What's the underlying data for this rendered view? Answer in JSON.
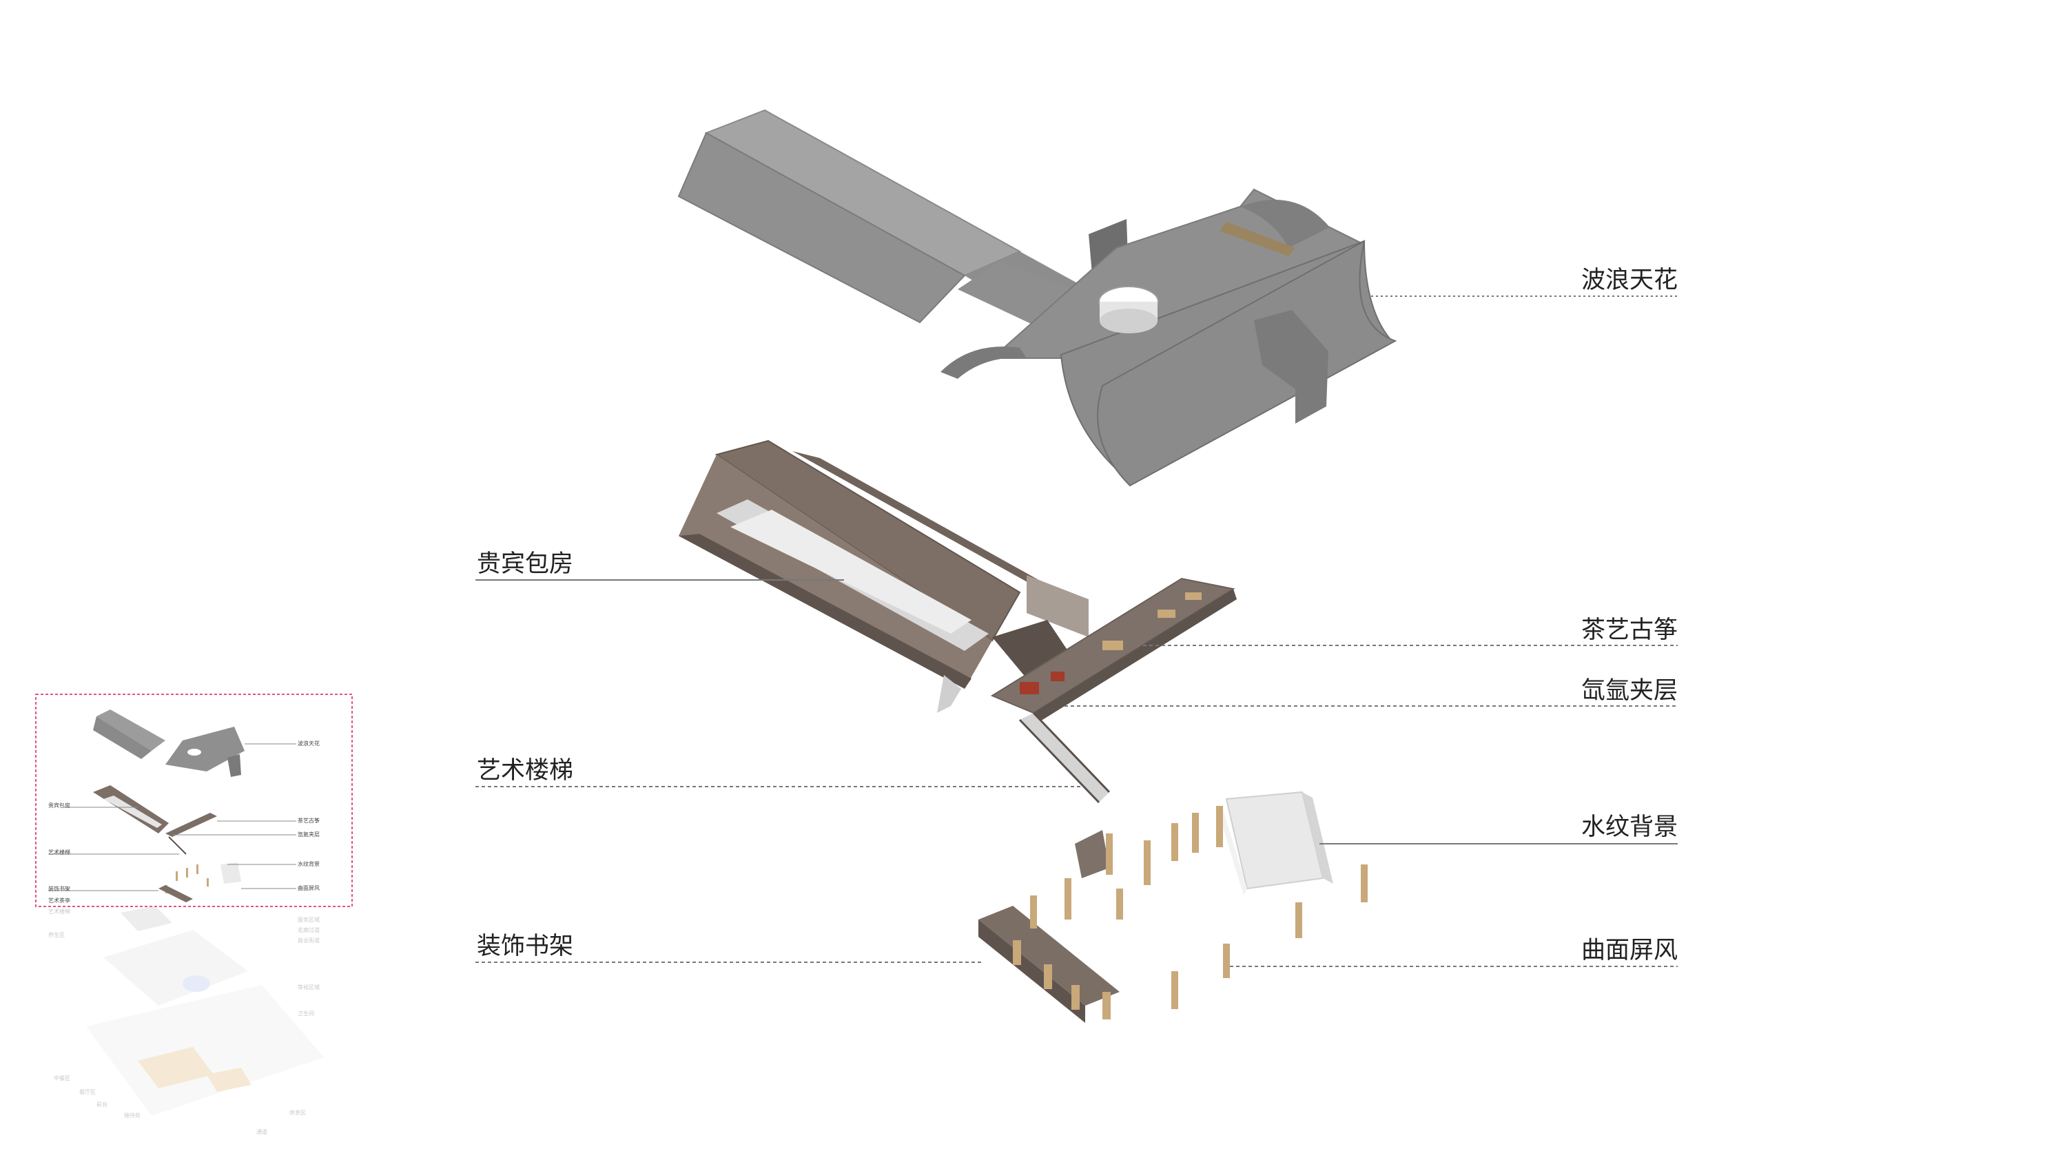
{
  "colors": {
    "ceiling": "#8f8f8f",
    "ceiling_dark": "#6e6e6e",
    "room": "#7d6f66",
    "room_light": "#d9d9d9",
    "wood": "#c9a87a",
    "accent_red": "#a33a2a",
    "leader": "#777777",
    "inset_border": "#e0567a"
  },
  "labels": {
    "wave_ceiling": "波浪天花",
    "vip_room": "贵宾包房",
    "tea_zither": "茶艺古筝",
    "helium_mezzanine": "氙氩夹层",
    "art_stair": "艺术楼梯",
    "water_backdrop": "水纹背景",
    "deco_shelf": "装饰书架",
    "curved_screen": "曲面屏风"
  },
  "inset": {
    "labels_active": [
      "波浪天花",
      "贵宾包房",
      "茶艺古筝",
      "氙氩夹层",
      "艺术楼梯",
      "水纹背景",
      "装饰书架",
      "曲面屏风",
      "艺术茶亭"
    ],
    "labels_faded": [
      "艺术楼梯",
      "服务区域",
      "走廊过道",
      "商业街道",
      "养生区",
      "等候区域",
      "卫生间",
      "中餐区",
      "餐厅区",
      "前台",
      "接待处",
      "休息区",
      "通道"
    ]
  }
}
